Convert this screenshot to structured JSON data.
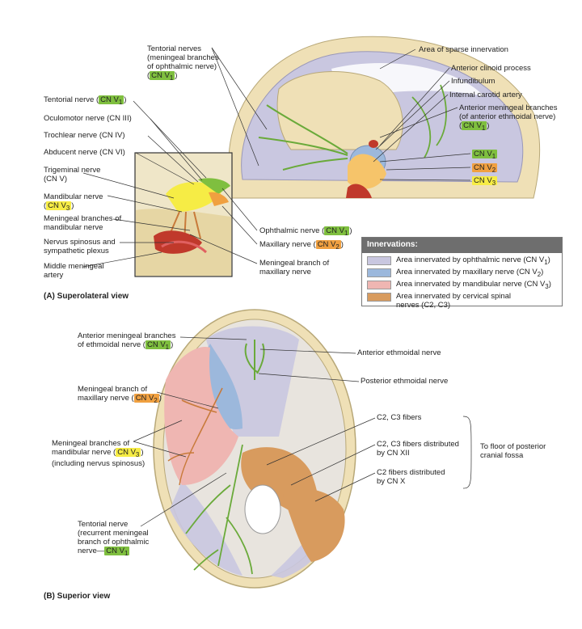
{
  "colors": {
    "ophthalmic": "#b9b9d9",
    "maxillary": "#9cb8dc",
    "mandibular": "#efb6b2",
    "cervical": "#d89b5e",
    "nerve": "#6aaa3a",
    "bone": "#efe0b6"
  },
  "panel_a": {
    "caption": "(A) Superolateral view",
    "labels": {
      "tentorial_nerves": [
        "Tentorial nerves",
        "(meningeal branches",
        "of ophthalmic nerve)"
      ],
      "cn_v1": "CN V",
      "cn_v2": "CN V",
      "cn_v3": "CN V",
      "sub1": "1",
      "sub2": "2",
      "sub3": "3",
      "tentorial_nerve": "Tentorial nerve (",
      "oculomotor": "Oculomotor nerve (CN III)",
      "trochlear": "Trochlear nerve (CN IV)",
      "abducent": "Abducent nerve (CN VI)",
      "trigeminal": [
        "Trigeminal nerve",
        "(CN V)"
      ],
      "mandibular": "Mandibular nerve",
      "meningeal_mandibular": [
        "Meningeal branches of",
        "mandibular nerve"
      ],
      "nervus_spinosus": [
        "Nervus spinosus and",
        "sympathetic plexus"
      ],
      "middle_meningeal": [
        "Middle meningeal",
        "artery"
      ],
      "sparse": "Area of sparse innervation",
      "clinoid": "Anterior clinoid process",
      "infundibulum": "Infundibulum",
      "carotid": "Internal carotid artery",
      "ant_meningeal": [
        "Anterior meningeal branches",
        "(of anterior ethmoidal nerve)"
      ],
      "ophthalmic": "Ophthalmic nerve (",
      "maxillary": "Maxillary nerve (",
      "meningeal_maxillary": [
        "Meningeal branch of",
        "maxillary nerve"
      ],
      "close": ")"
    }
  },
  "legend": {
    "title": "Innervations:",
    "items": [
      {
        "text": "Area innervated by ophthalmic nerve (CN V",
        "sub": "1",
        "end": ")"
      },
      {
        "text": "Area innervated by maxillary nerve (CN V",
        "sub": "2",
        "end": ")"
      },
      {
        "text": "Area innervated by mandibular nerve (CN V",
        "sub": "3",
        "end": ")"
      },
      {
        "text": "Area innervated by cervical spinal",
        "sub": "",
        "end": ""
      }
    ],
    "item4_line2": "nerves (C2, C3)"
  },
  "panel_b": {
    "caption": "(B) Superior view",
    "labels": {
      "ant_meningeal": [
        "Anterior meningeal branches",
        "of ethmoidal nerve ("
      ],
      "ant_ethmoidal": "Anterior ethmoidal nerve",
      "post_ethmoidal": "Posterior ethmoidal nerve",
      "meningeal_maxillary": [
        "Meningeal branch of",
        "maxillary nerve ("
      ],
      "c2c3": "C2, C3 fibers",
      "c2c3_xii": [
        "C2, C3 fibers distributed",
        "by CN XII"
      ],
      "c2_x": [
        "C2 fibers distributed",
        "by CN X"
      ],
      "floor": [
        "To floor of posterior",
        "cranial fossa"
      ],
      "meningeal_mandibular": [
        "Meningeal branches of",
        "mandibular nerve (",
        "(including nervus spinosus)"
      ],
      "tentorial": [
        "Tentorial nerve",
        "(recurrent meningeal",
        "branch of ophthalmic",
        "nerve—"
      ]
    }
  }
}
